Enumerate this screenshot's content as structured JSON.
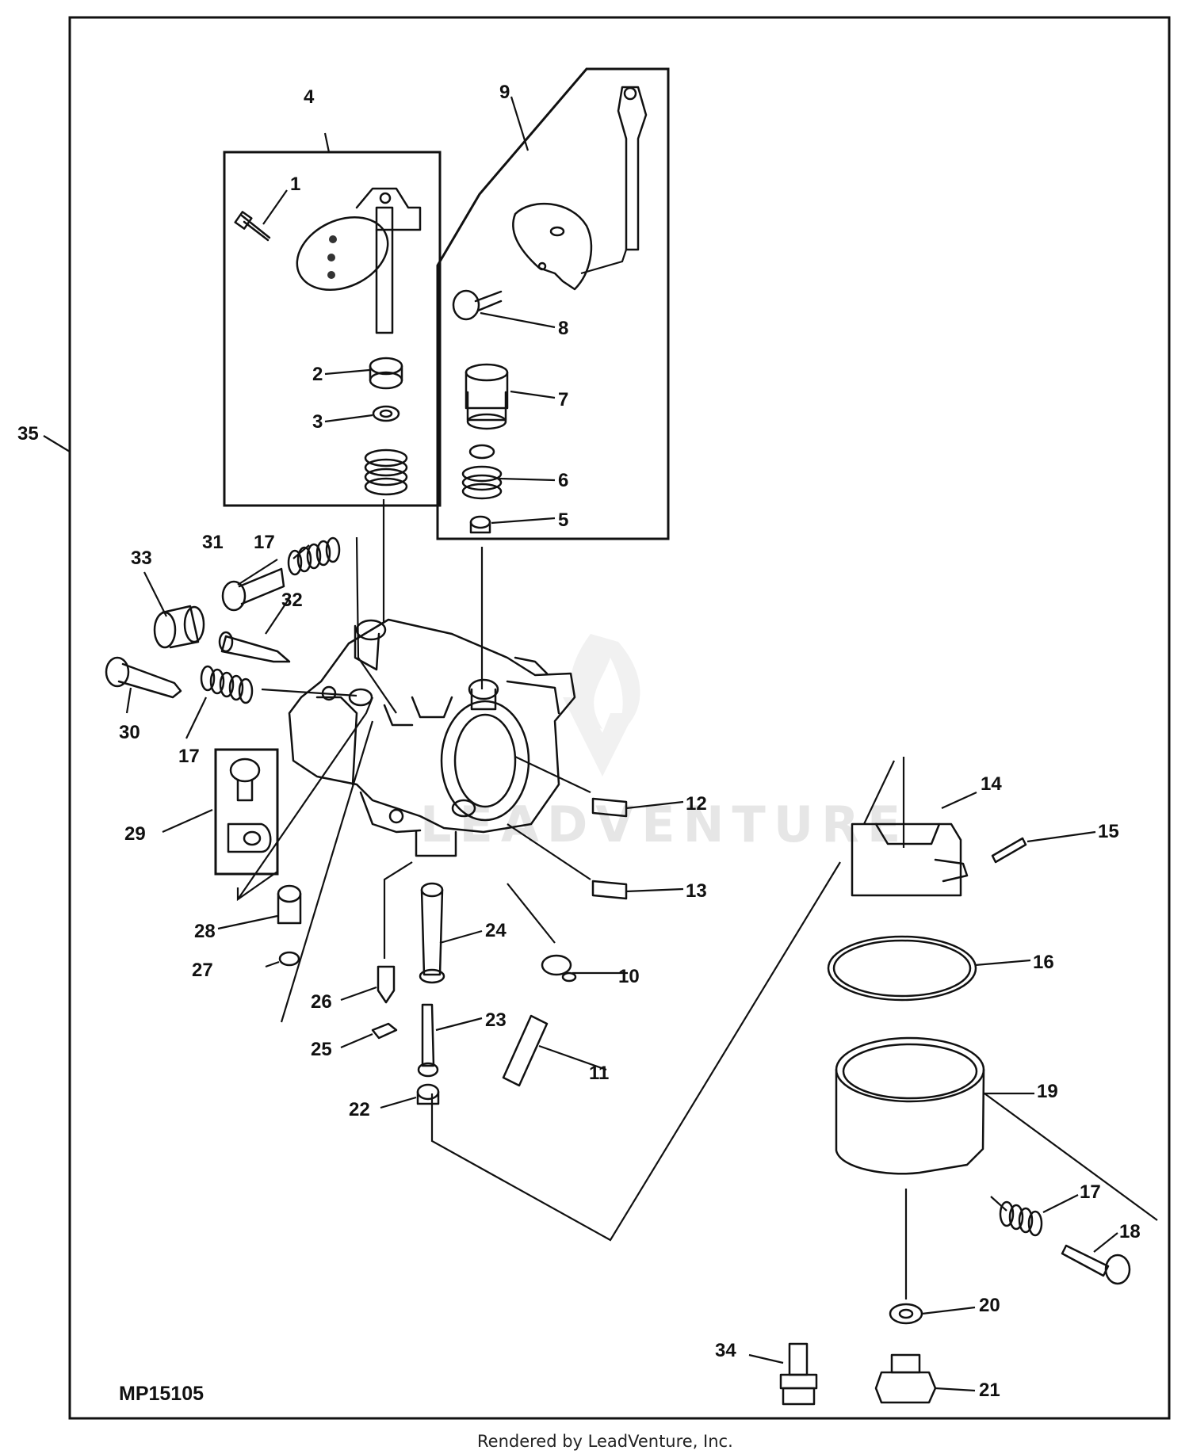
{
  "diagram_code": "MP15105",
  "footer": "Rendered by LeadVenture, Inc.",
  "watermark": "LEADVENTURE",
  "callouts": {
    "c1": "1",
    "c2": "2",
    "c3": "3",
    "c4": "4",
    "c5": "5",
    "c6": "6",
    "c7": "7",
    "c8": "8",
    "c9": "9",
    "c10": "10",
    "c11": "11",
    "c12": "12",
    "c13": "13",
    "c14": "14",
    "c15": "15",
    "c16": "16",
    "c17a": "17",
    "c17b": "17",
    "c17c": "17",
    "c18": "18",
    "c19": "19",
    "c20": "20",
    "c21": "21",
    "c22": "22",
    "c23": "23",
    "c24": "24",
    "c25": "25",
    "c26": "26",
    "c27": "27",
    "c28": "28",
    "c29": "29",
    "c30": "30",
    "c31": "31",
    "c32": "32",
    "c33": "33",
    "c34": "34",
    "c35": "35"
  },
  "colors": {
    "line": "#111111",
    "background": "#ffffff",
    "watermark": "#e6e6e6"
  }
}
